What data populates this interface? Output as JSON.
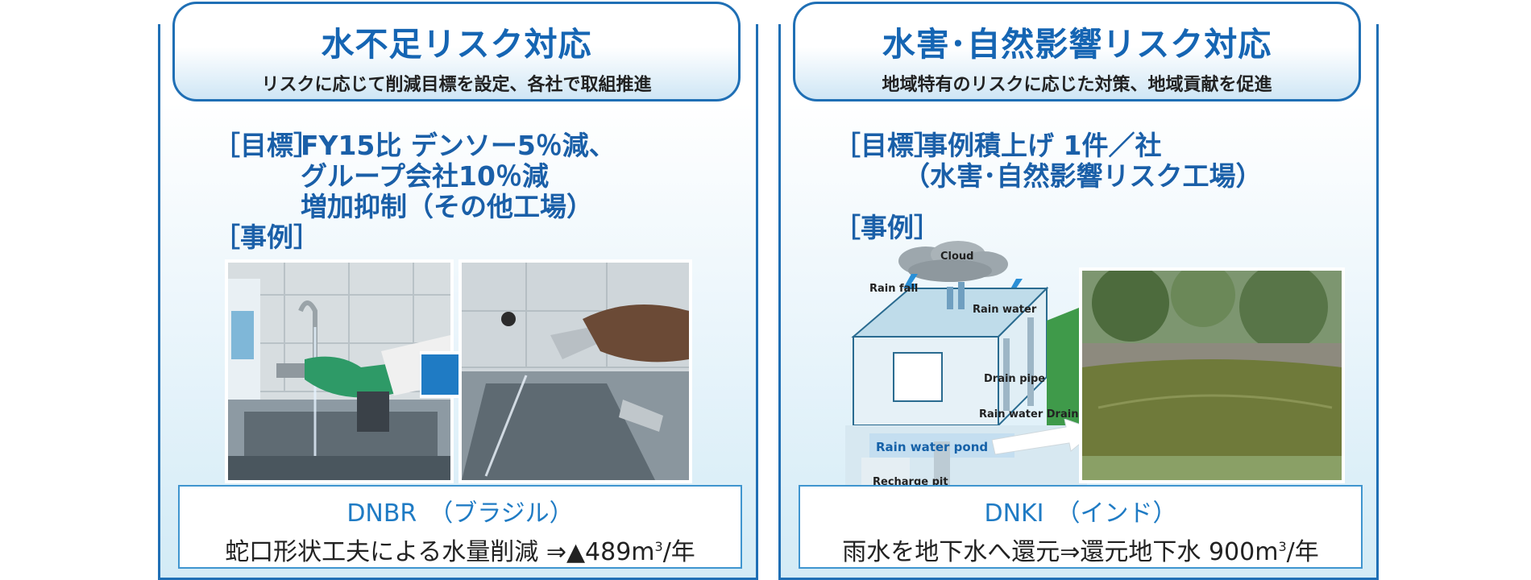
{
  "left": {
    "title": "水不足リスク対応",
    "subtitle": "リスクに応じて削減目標を設定、各社で取組推進",
    "goal_tag": "［目標］",
    "goal_lines": [
      "FY15比 デンソー5％減、",
      "グループ会社10％減",
      "増加抑制（その他工場）"
    ],
    "example_tag": "［事例］",
    "caption_company": "DNBR　（ブラジル）",
    "caption_text_pre": "蛇口形状工夫による水量削減 ⇒▲489m",
    "caption_sup": "3",
    "caption_text_post": "/年"
  },
  "right": {
    "title": "水害･自然影響リスク対応",
    "subtitle": "地域特有のリスクに応じた対策、地域貢献を促進",
    "goal_tag": "［目標］",
    "goal_lines": [
      "事例積上げ 1件／社",
      "（水害･自然影響リスク工場）"
    ],
    "example_tag": "［事例］",
    "caption_company": "DNKI　（インド）",
    "caption_text_pre": "雨水を地下水へ還元⇒還元地下水 900m",
    "caption_sup": "3",
    "caption_text_post": "/年",
    "diagram": {
      "cloud": "Cloud",
      "rain_fall": "Rain fall",
      "rain_water": "Rain water",
      "drain_pipe": "Drain pipe",
      "rain_water_drain": "Rain water Drain",
      "rain_water_pond": "Rain water pond",
      "recharge_pit": "Recharge pit"
    }
  },
  "colors": {
    "primary_blue": "#1f6fb5",
    "title_blue": "#1565b3",
    "arrow_blue": "#1f7bc4"
  }
}
